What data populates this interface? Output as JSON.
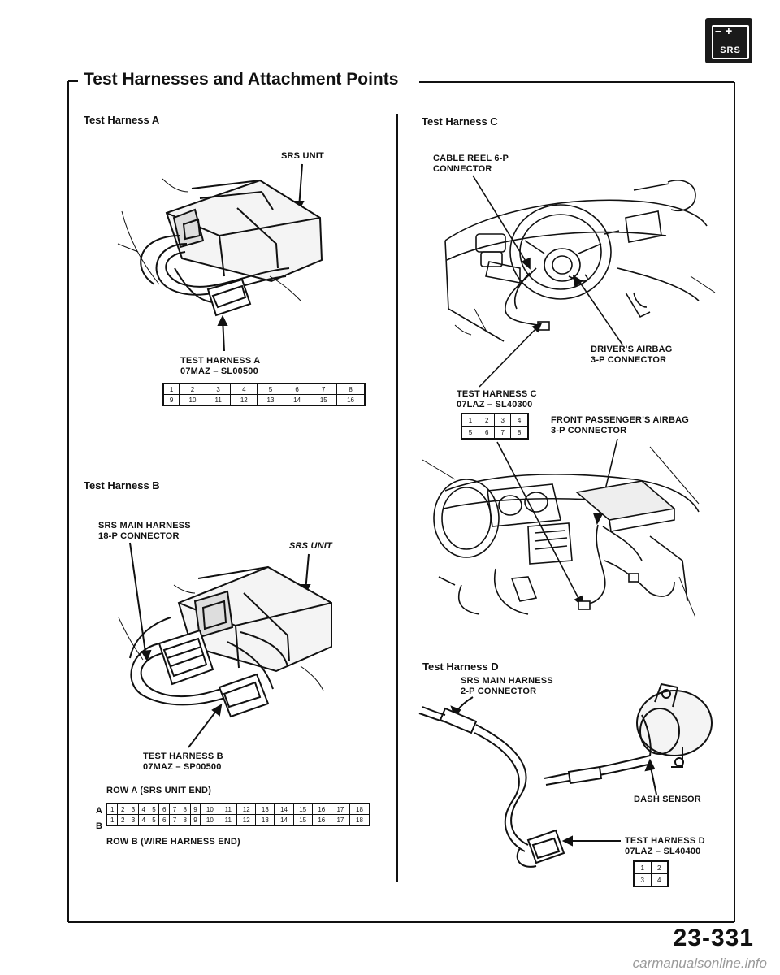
{
  "header": {
    "title": "Test Harnesses and Attachment Points",
    "badge_signs": "– +",
    "badge_label": "SRS"
  },
  "harness_a": {
    "section_title": "Test Harness A",
    "callout_unit": "SRS UNIT",
    "callout_harness": "TEST HARNESS A",
    "part_number": "07MAZ – SL00500",
    "pins_row1": [
      "1",
      "2",
      "3",
      "4",
      "5",
      "6",
      "7",
      "8"
    ],
    "pins_row2": [
      "9",
      "10",
      "11",
      "12",
      "13",
      "14",
      "15",
      "16"
    ]
  },
  "harness_b": {
    "section_title": "Test Harness B",
    "callout_main_harness": "SRS MAIN HARNESS",
    "callout_connector": "18-P CONNECTOR",
    "callout_unit": "SRS UNIT",
    "callout_harness": "TEST HARNESS B",
    "part_number": "07MAZ – SP00500",
    "row_a_caption": "ROW A (SRS UNIT END)",
    "row_b_caption": "ROW B (WIRE HARNESS END)",
    "row_a_letter": "A",
    "row_b_letter": "B",
    "pins_row_a": [
      "1",
      "2",
      "3",
      "4",
      "5",
      "6",
      "7",
      "8",
      "9",
      "10",
      "11",
      "12",
      "13",
      "14",
      "15",
      "16",
      "17",
      "18"
    ],
    "pins_row_b": [
      "1",
      "2",
      "3",
      "4",
      "5",
      "6",
      "7",
      "8",
      "9",
      "10",
      "11",
      "12",
      "13",
      "14",
      "15",
      "16",
      "17",
      "18"
    ]
  },
  "harness_c": {
    "section_title": "Test Harness C",
    "callout_cable_reel_1": "CABLE REEL 6-P",
    "callout_cable_reel_2": "CONNECTOR",
    "callout_driver_1": "DRIVER'S AIRBAG",
    "callout_driver_2": "3-P CONNECTOR",
    "callout_harness": "TEST HARNESS C",
    "part_number": "07LAZ – SL40300",
    "callout_passenger_1": "FRONT PASSENGER'S AIRBAG",
    "callout_passenger_2": "3-P CONNECTOR",
    "pins_row1": [
      "1",
      "2",
      "3",
      "4"
    ],
    "pins_row2": [
      "5",
      "6",
      "7",
      "8"
    ]
  },
  "harness_d": {
    "section_title": "Test Harness D",
    "callout_main_harness": "SRS MAIN HARNESS",
    "callout_connector": "2-P CONNECTOR",
    "callout_sensor": "DASH SENSOR",
    "callout_harness": "TEST HARNESS D",
    "part_number": "07LAZ – SL40400",
    "pins_row1": [
      "1",
      "2"
    ],
    "pins_row2": [
      "3",
      "4"
    ]
  },
  "footer": {
    "page_number": "23-331",
    "watermark": "carmanualsonline.info"
  }
}
